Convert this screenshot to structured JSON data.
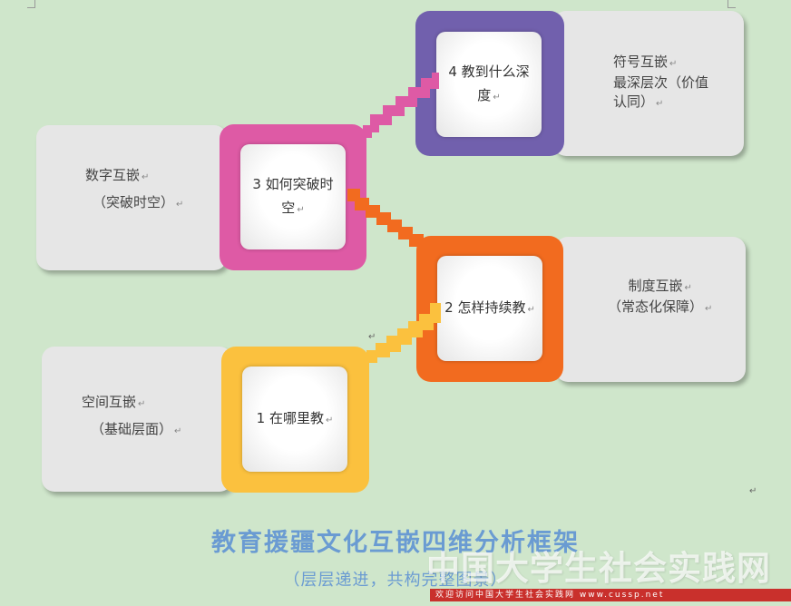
{
  "steps": [
    {
      "id": 1,
      "label": "1 在哪里教",
      "desc_line1": "空间互嵌",
      "desc_line2": "（基础层面）",
      "color": "#fbc13e"
    },
    {
      "id": 2,
      "label": "2 怎样持续教",
      "desc_line1": "制度互嵌",
      "desc_line2": "（常态化保障）",
      "color": "#f26b1f"
    },
    {
      "id": 3,
      "label_line1": "3 如何突破时",
      "label_line2": "空",
      "desc_line1": "数字互嵌",
      "desc_line2": "（突破时空）",
      "color": "#de5aa5"
    },
    {
      "id": 4,
      "label_line1": "4 教到什么深",
      "label_line2": "度",
      "desc_line1": "符号互嵌",
      "desc_line2": "最深层次（价值",
      "desc_line3": "认同）",
      "color": "#7160ad"
    }
  ],
  "para_mark": "↵",
  "title": "教育援疆文化互嵌四维分析框架",
  "subtitle": "（层层递进，共构完整图景）",
  "watermark": {
    "main": "中国大学生社会实践网",
    "bar": "欢迎访问中国大学生社会实践网 www.cussp.net"
  }
}
